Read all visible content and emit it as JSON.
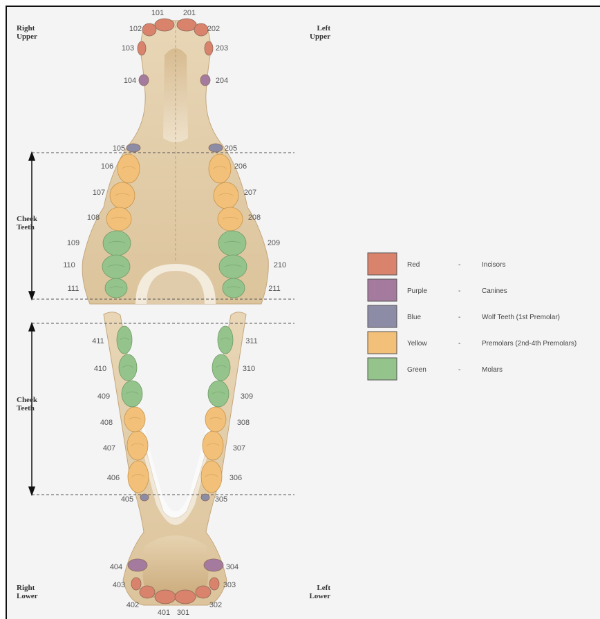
{
  "labels": {
    "right_upper": [
      "Right",
      "Upper"
    ],
    "left_upper": [
      "Left",
      "Upper"
    ],
    "right_lower": [
      "Right",
      "Lower"
    ],
    "left_lower": [
      "Left",
      "Lower"
    ],
    "cheek_upper": [
      "Cheek",
      "Teeth"
    ],
    "cheek_lower": [
      "Cheek",
      "Teeth"
    ]
  },
  "colors": {
    "incisor": "#d9826c",
    "canine": "#a47b9e",
    "wolf": "#8d8ca6",
    "premolar": "#f2c078",
    "molar": "#95c38c"
  },
  "legend": [
    {
      "color": "#d9826c",
      "name": "Red",
      "dash": "-",
      "desc": "Incisors"
    },
    {
      "color": "#a47b9e",
      "name": "Purple",
      "dash": "-",
      "desc": "Canines"
    },
    {
      "color": "#8d8ca6",
      "name": "Blue",
      "dash": "-",
      "desc": "Wolf Teeth  (1st Premolar)"
    },
    {
      "color": "#f2c078",
      "name": "Yellow",
      "dash": "-",
      "desc": "Premolars  (2nd-4th Premolars)"
    },
    {
      "color": "#95c38c",
      "name": "Green",
      "dash": "-",
      "desc": "Molars"
    }
  ],
  "upper_right_numbers": [
    "101",
    "102",
    "103",
    "104",
    "105",
    "106",
    "107",
    "108",
    "109",
    "110",
    "111"
  ],
  "upper_left_numbers": [
    "201",
    "202",
    "203",
    "204",
    "205",
    "206",
    "207",
    "208",
    "209",
    "210",
    "211"
  ],
  "lower_left_numbers": [
    "301",
    "302",
    "303",
    "304",
    "305",
    "306",
    "307",
    "308",
    "309",
    "310",
    "311"
  ],
  "lower_right_numbers": [
    "401",
    "402",
    "403",
    "404",
    "405",
    "406",
    "407",
    "408",
    "409",
    "410",
    "411"
  ]
}
